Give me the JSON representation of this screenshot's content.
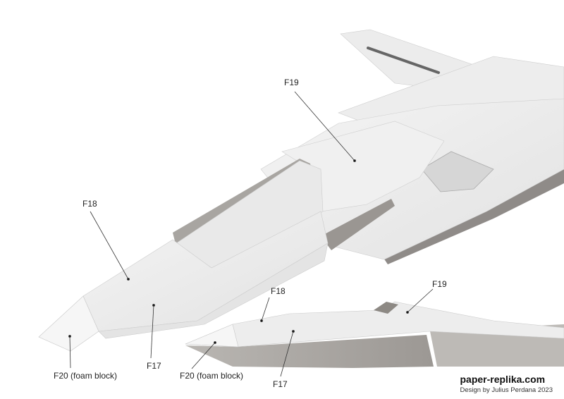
{
  "main_view": {
    "labels": {
      "f19": "F19",
      "f18": "F18",
      "f17": "F17",
      "f20": "F20 (foam block)"
    }
  },
  "detail_view": {
    "labels": {
      "f19": "F19",
      "f18": "F18",
      "f17": "F17",
      "f20": "F20 (foam block)"
    }
  },
  "branding": {
    "site": "paper-replika.com",
    "credit": "Design by Julius Perdana 2023"
  }
}
